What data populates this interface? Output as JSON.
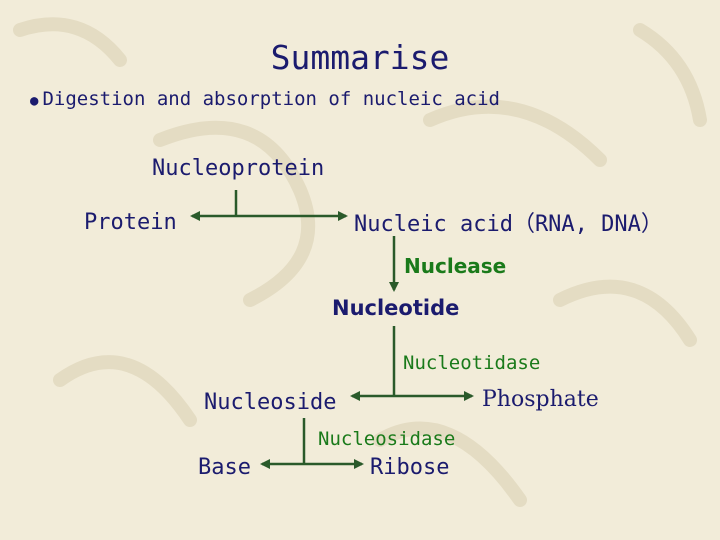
{
  "slide": {
    "title": "Summarise",
    "bullet": "Digestion and absorption of nucleic acid",
    "bullet_glyph": "●"
  },
  "diagram": {
    "nucleoprotein": "Nucleoprotein",
    "protein": "Protein",
    "nucleic_acid": "Nucleic acid（RNA, DNA）",
    "nuclease": "Nuclease",
    "nucleotide": "Nucleotide",
    "nucleotidase": "Nucleotidase",
    "nucleoside": "Nucleoside",
    "phosphate": "Phosphate",
    "nucleosidase": "Nucleosidase",
    "base": "Base",
    "ribose": "Ribose"
  },
  "colors": {
    "node_text": "#1b1b6e",
    "enzyme_text": "#1a7a1a",
    "arrows": "#2a5a2a",
    "background": "#f2ecd9"
  }
}
